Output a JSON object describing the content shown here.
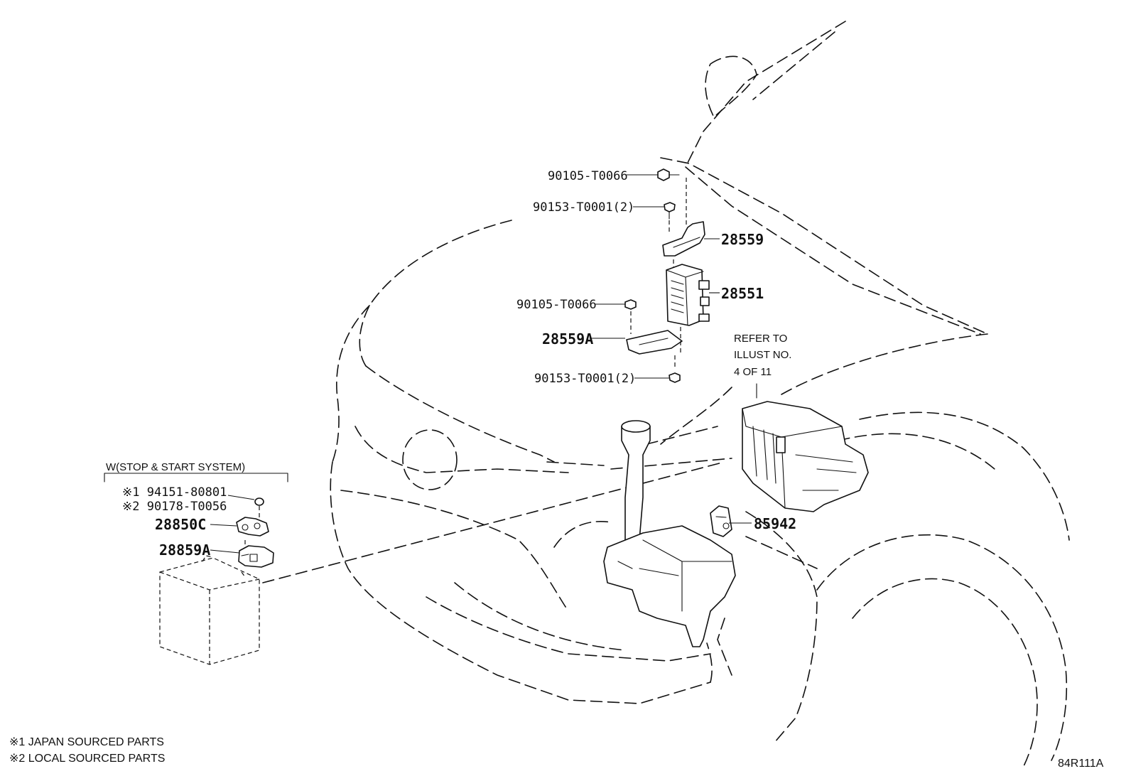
{
  "labels": {
    "p_90105_top": "90105-T0066",
    "p_90153_top": "90153-T0001(2)",
    "p_28559": "28559",
    "p_28551": "28551",
    "p_90105_mid": "90105-T0066",
    "p_28559a": "28559A",
    "p_90153_bot": "90153-T0001(2)",
    "refer_1": "REFER TO",
    "refer_2": "ILLUST NO.",
    "refer_3": "4 OF 11",
    "p_85942": "85942",
    "w_group": "W(STOP & START SYSTEM)",
    "p_94151": "※1 94151-80801",
    "p_90178": "※2 90178-T0056",
    "p_28850c": "28850C",
    "p_28859a": "28859A",
    "note_1": "※1 JAPAN SOURCED PARTS",
    "note_2": "※2 LOCAL SOURCED PARTS",
    "illust_no": "84R111A"
  }
}
